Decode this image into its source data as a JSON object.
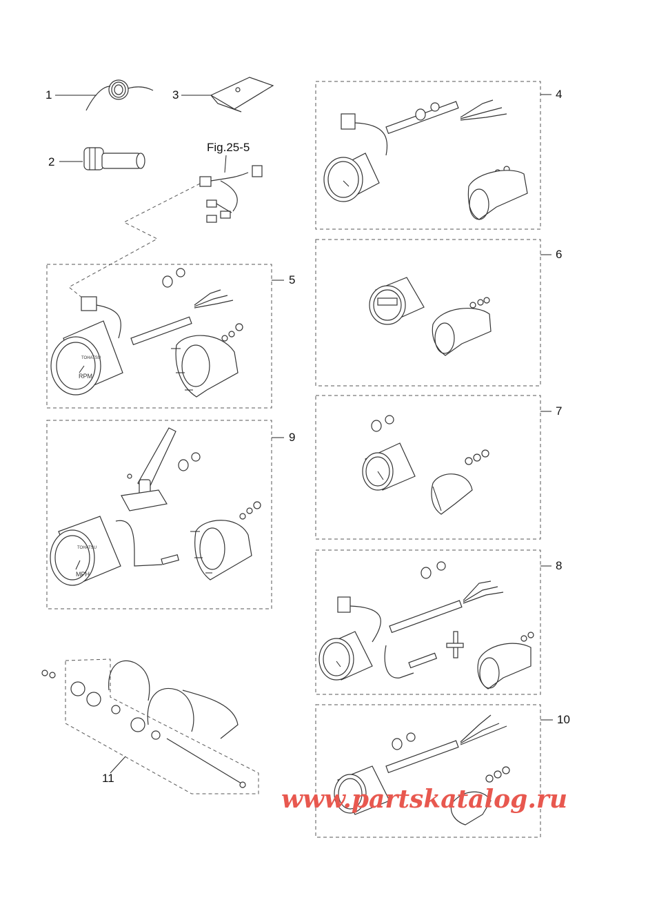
{
  "figure_ref": "Fig.25-5",
  "callouts": [
    "1",
    "2",
    "3",
    "4",
    "5",
    "6",
    "7",
    "8",
    "9",
    "10",
    "11"
  ],
  "gauge_labels": {
    "tach_brand": "TOHATSU",
    "tach_unit": "RPM",
    "speed_brand": "TOHATSU",
    "speed_unit": "MPH"
  },
  "watermark": "www.partskatalog.ru",
  "colors": {
    "line": "#222222",
    "box": "#555555",
    "watermark": "#e8584f"
  }
}
